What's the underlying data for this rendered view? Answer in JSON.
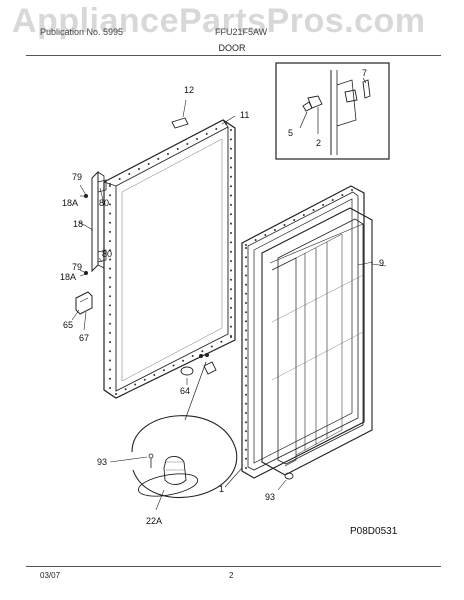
{
  "watermark": "AppliancePartsPros.com",
  "header": {
    "left_text": "Publication No. 5995",
    "right_text": "FFU21F5AW",
    "section_title": "DOOR"
  },
  "callouts": {
    "c1": "1",
    "c2": "2",
    "c5": "5",
    "c7": "7",
    "c9": "9",
    "c11": "11",
    "c12": "12",
    "c18": "18",
    "c18a_top": "18A",
    "c18a_bottom": "18A",
    "c22a": "22A",
    "c64": "64",
    "c65": "65",
    "c67": "67",
    "c79_top": "79",
    "c79_bottom": "79",
    "c80_top": "80",
    "c80_bottom": "80",
    "c93_left": "93",
    "c93_right": "93"
  },
  "diagram_code": "P08D0531",
  "footer": {
    "date": "03/07",
    "page": "2"
  }
}
